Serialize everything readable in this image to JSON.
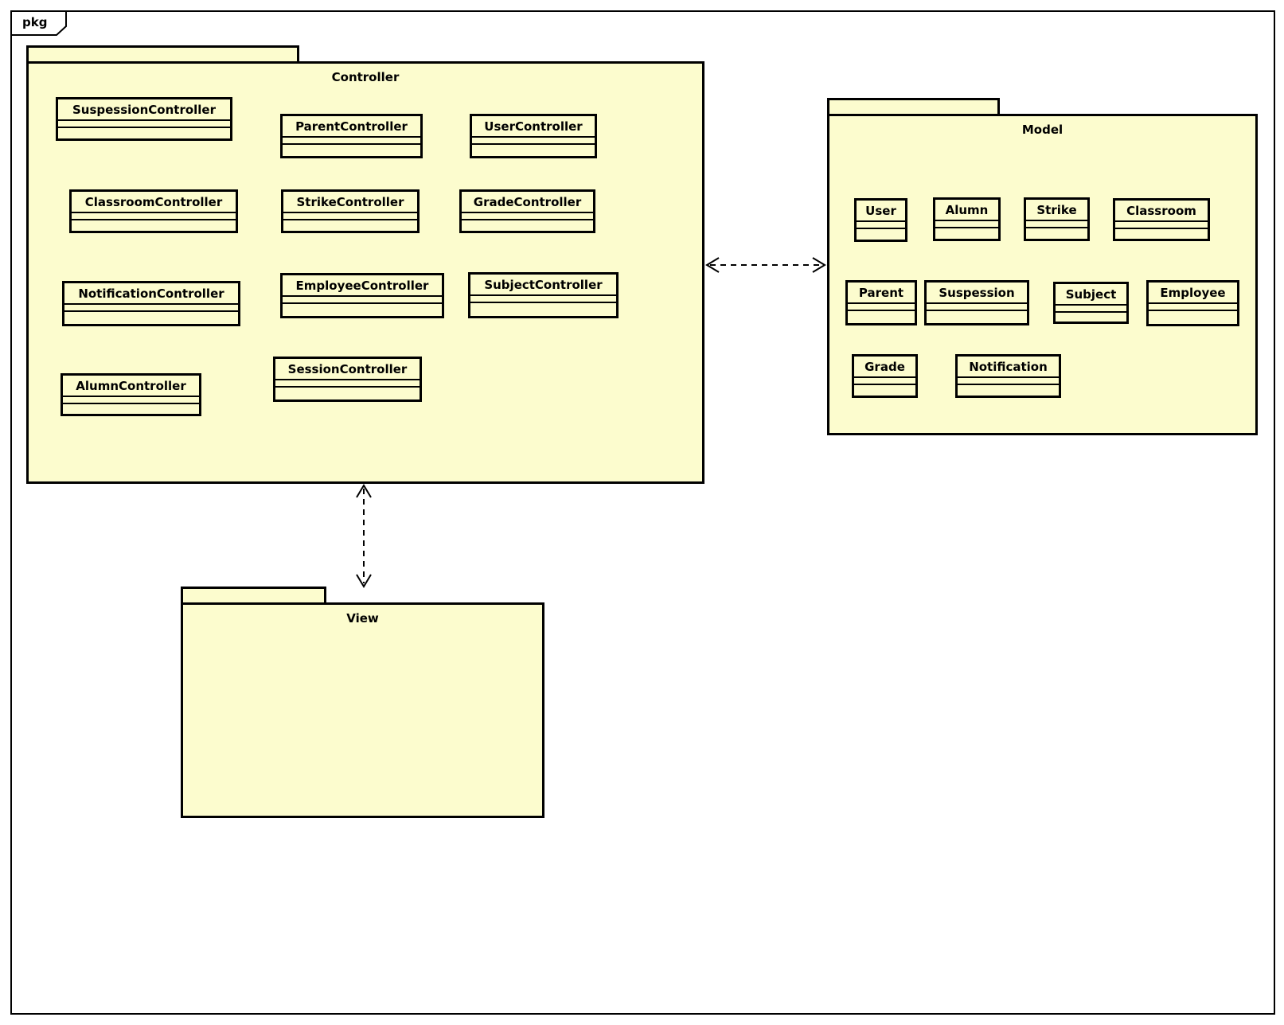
{
  "diagram": {
    "frame_label": "pkg",
    "packages": {
      "controller": {
        "title": "Controller",
        "classes": [
          {
            "name": "SuspessionController"
          },
          {
            "name": "ParentController"
          },
          {
            "name": "UserController"
          },
          {
            "name": "ClassroomController"
          },
          {
            "name": "StrikeController"
          },
          {
            "name": "GradeController"
          },
          {
            "name": "NotificationController"
          },
          {
            "name": "EmployeeController"
          },
          {
            "name": "SubjectController"
          },
          {
            "name": "AlumnController"
          },
          {
            "name": "SessionController"
          }
        ]
      },
      "model": {
        "title": "Model",
        "classes": [
          {
            "name": "User"
          },
          {
            "name": "Alumn"
          },
          {
            "name": "Strike"
          },
          {
            "name": "Classroom"
          },
          {
            "name": "Parent"
          },
          {
            "name": "Suspession"
          },
          {
            "name": "Subject"
          },
          {
            "name": "Employee"
          },
          {
            "name": "Grade"
          },
          {
            "name": "Notification"
          }
        ]
      },
      "view": {
        "title": "View",
        "classes": []
      }
    },
    "relations": [
      {
        "between": "Controller - Model",
        "line": "dashed",
        "arrowheads": "both-open"
      },
      {
        "between": "Controller - View",
        "line": "dashed",
        "arrowheads": "both-open"
      }
    ],
    "colors": {
      "package_fill": "#FCFCCE",
      "line": "#000000",
      "canvas": "#FFFFFF"
    }
  }
}
